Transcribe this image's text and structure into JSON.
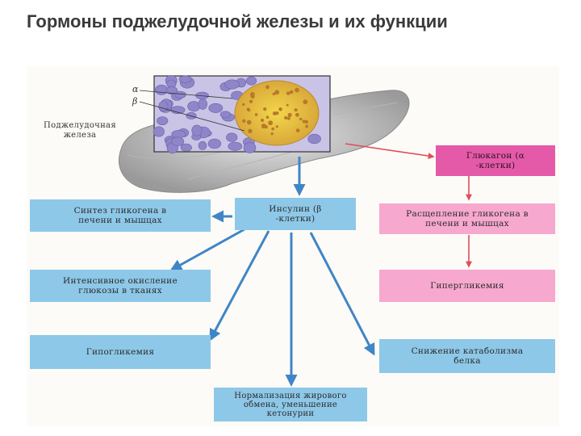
{
  "title": "Гормоны поджелудочной железы и их функции",
  "labels": {
    "pancreas": "Поджелудочная железа",
    "alpha": "α",
    "beta": "β"
  },
  "boxes": {
    "glucagon": "Глюкагон (α -клетки)",
    "insulin": "Инсулин (β -клетки)",
    "glycogen_synthesis": "Синтез гликогена в печени и мышцах",
    "glycogen_breakdown": "Расщепление гликогена в печени и мышцах",
    "glucose_oxidation": "Интенсивное окисление глюкозы в тканях",
    "hyperglycemia": "Гипергликемия",
    "hypoglycemia": "Гипогликемия",
    "catabolism_reduction": "Снижение катаболизма белка",
    "fat_metabolism": "Нормализация жирового обмена, уменьшение кетонурии"
  },
  "colors": {
    "blue_box": "#8ec8e8",
    "pink_box": "#f7a8cf",
    "magenta_box": "#e45aa8",
    "blue_arrow": "#3f86c6",
    "pink_arrow": "#e04e5a"
  }
}
